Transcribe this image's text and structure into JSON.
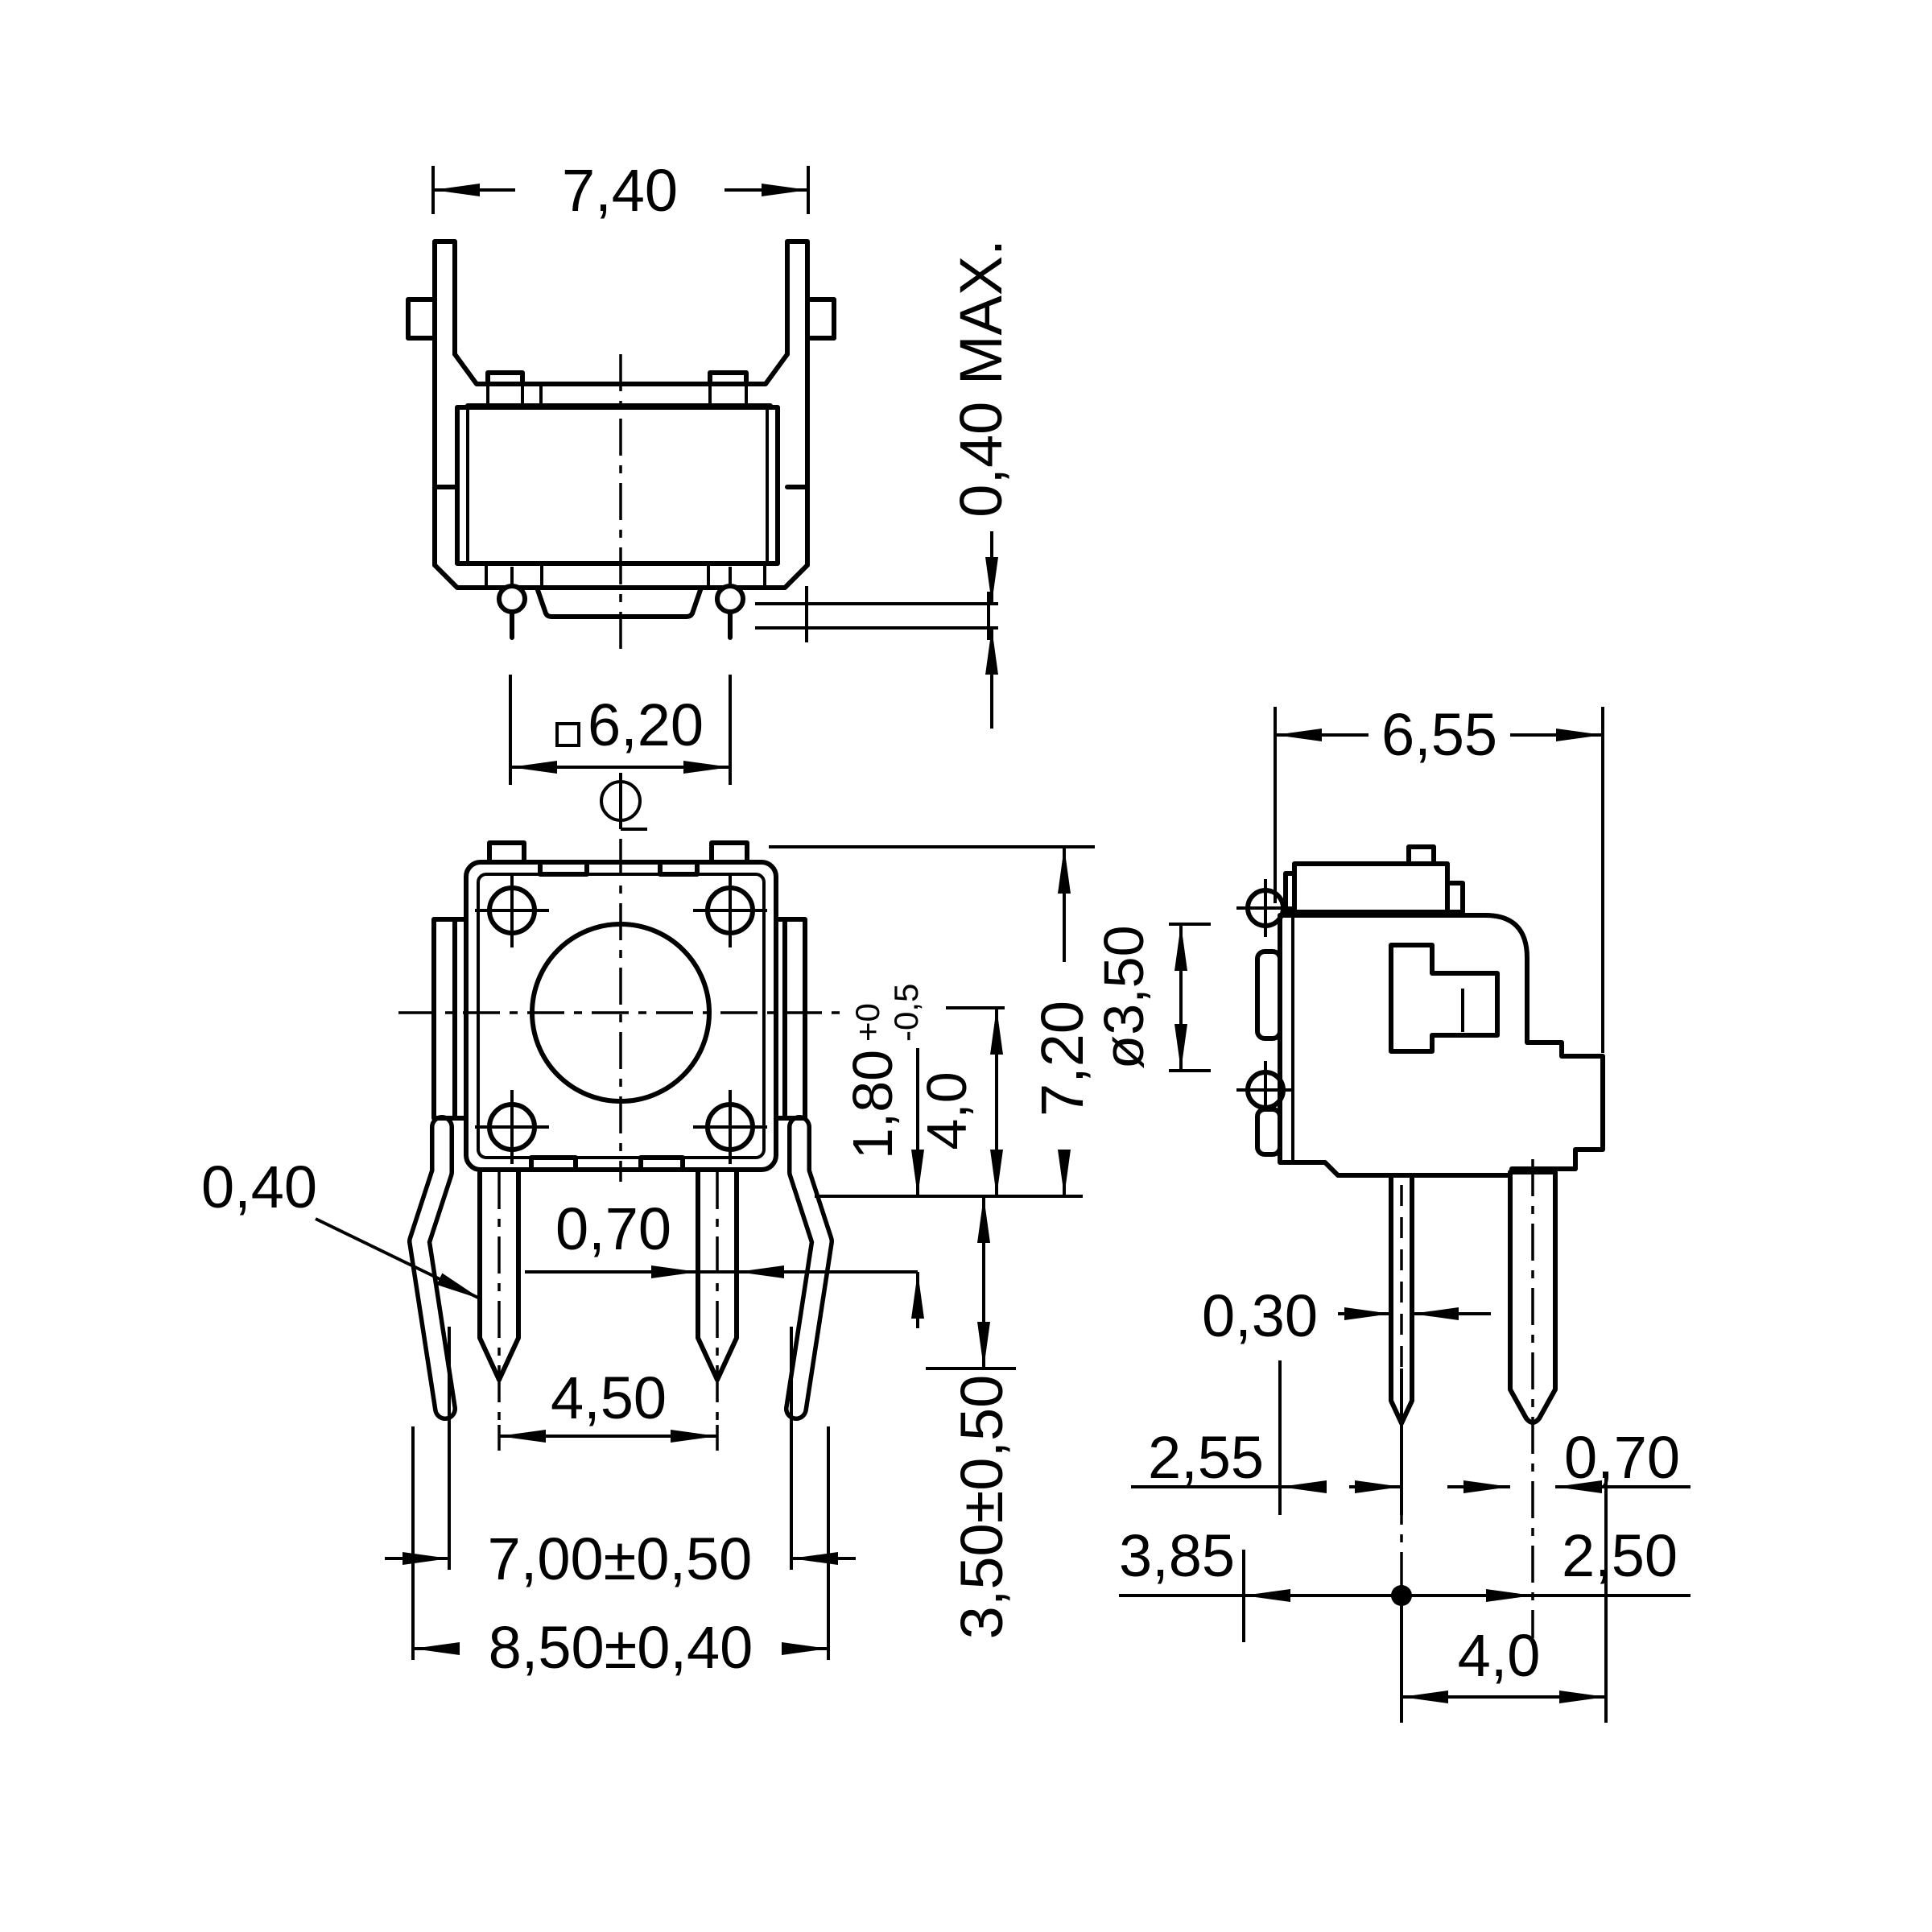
{
  "drawing": {
    "kind": "technical-dimension-drawing",
    "component": "tactile-push-button-switch",
    "line_color": "#000000",
    "background_color": "#ffffff",
    "views": {
      "front": {
        "title": "front-view-with-mounting-bracket",
        "dims": {
          "bracket_width": {
            "label": "7,40"
          },
          "body_width": {
            "label": "6,20",
            "prefix_symbol": "square"
          },
          "seating_gap": {
            "label": "0,40 MAX."
          }
        }
      },
      "plan": {
        "title": "top-view",
        "symbols": {
          "centerline_mark": "centerline"
        },
        "dims": {
          "leg_thickness": {
            "label": "0,40"
          },
          "pin_width": {
            "label": "0,70"
          },
          "pin_pitch": {
            "label": "4,50"
          },
          "leg_span": {
            "label": "7,00±0,50"
          },
          "overall_span": {
            "label": "8,50±0,40"
          },
          "pin_length": {
            "label": "3,50±0,50"
          },
          "standoff": {
            "main": "1,80",
            "tol_plus": "+0",
            "tol_minus": "-0,5"
          },
          "center_to_base": {
            "label": "4,0"
          },
          "body_height": {
            "label": "7,20"
          }
        }
      },
      "side": {
        "title": "side-view",
        "dims": {
          "depth": {
            "label": "6,55"
          },
          "button_diameter": {
            "label": "ø3,50"
          },
          "pin_thickness": {
            "label": "0,30"
          },
          "edge_to_pin": {
            "label": "2,55"
          },
          "left_offset": {
            "label": "3,85"
          },
          "back_pin_width": {
            "label": "0,70"
          },
          "pin_spacing": {
            "label": "2,50"
          },
          "hole_pitch": {
            "label": "4,0"
          }
        }
      }
    }
  }
}
